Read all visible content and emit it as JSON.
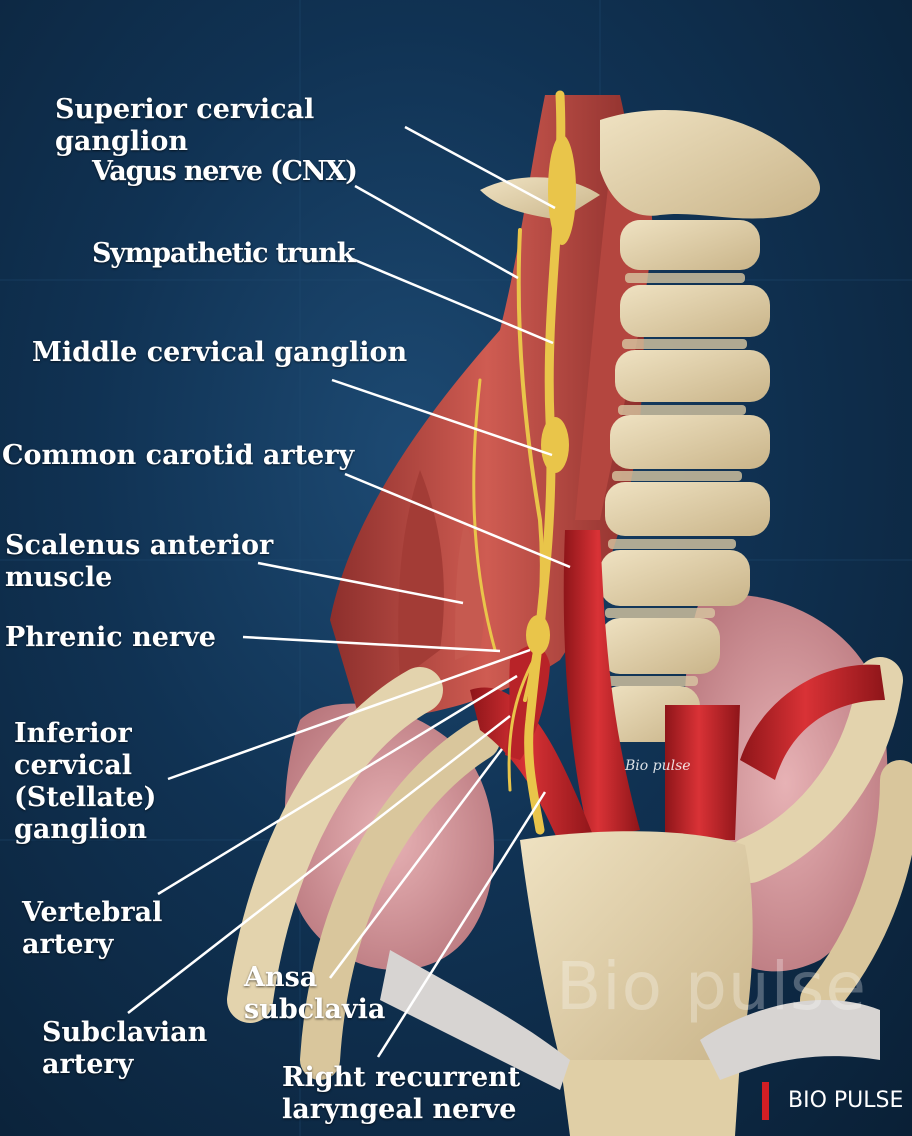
{
  "labels": {
    "superior_cervical_ganglion": "Superior cervical\nganglion",
    "vagus_nerve": "Vagus nerve (CNX)",
    "sympathetic_trunk": "Sympathetic trunk",
    "middle_cervical_ganglion": "Middle cervical ganglion",
    "common_carotid_artery": "Common carotid artery",
    "scalenus_anterior_muscle": "Scalenus anterior\nmuscle",
    "phrenic_nerve": "Phrenic  nerve",
    "inferior_cervical_ganglion": "Inferior\ncervical\n(Stellate)\nganglion",
    "vertebral_artery": "Vertebral\nartery",
    "subclavian_artery": "Subclavian\nartery",
    "ansa_subclavia": "Ansa\nsubclavia",
    "right_recurrent_laryngeal_nerve": "Right recurrent\nlaryngeal nerve"
  },
  "watermarks": {
    "large": "Bio pulse",
    "small": "Bio pulse",
    "brand": "BIO PULSE"
  },
  "colors": {
    "background": "#103253",
    "muscle": "#c2524a",
    "nerve": "#e9c54a",
    "artery": "#c8252a",
    "bone": "#e3d3ad",
    "lung": "#d79aa0"
  }
}
